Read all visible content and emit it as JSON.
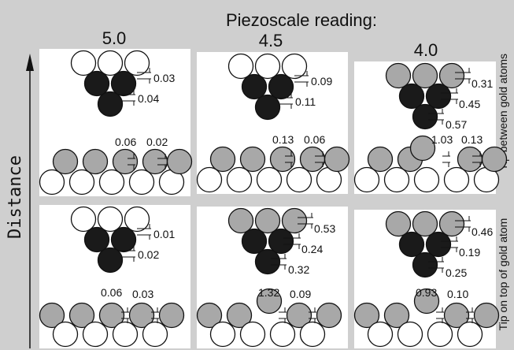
{
  "title": "Piezoscale reading:",
  "axis_label": "Distance",
  "columns": [
    "5.0",
    "4.5",
    "4.0"
  ],
  "rows": [
    "Tip between gold atoms",
    "Tip on top of gold atom"
  ],
  "panels": [
    {
      "tip_values": [
        "0.03",
        "0.04"
      ],
      "surface_values": [
        "0.06",
        "0.02"
      ]
    },
    {
      "tip_values": [
        "0.09",
        "0.11"
      ],
      "surface_values": [
        "0.13",
        "0.06"
      ]
    },
    {
      "tip_values": [
        "0.31",
        "0.45",
        "0.57"
      ],
      "surface_values": [
        "1.03",
        "0.13"
      ]
    },
    {
      "tip_values": [
        "0.01",
        "0.02"
      ],
      "surface_values": [
        "0.06",
        "0.03"
      ]
    },
    {
      "tip_values": [
        "0.53",
        "0.24",
        "0.32"
      ],
      "surface_values": [
        "1.32",
        "0.09"
      ]
    },
    {
      "tip_values": [
        "0.46",
        "0.19",
        "0.25"
      ],
      "surface_values": [
        "0.93",
        "0.10"
      ]
    }
  ],
  "colors": {
    "background": "#cfcfcf",
    "panel": "#ffffff",
    "tip_atom": "#1a1a1a",
    "shifted_atom": "#a8a8a8",
    "gold_atom": "#ffffff"
  }
}
